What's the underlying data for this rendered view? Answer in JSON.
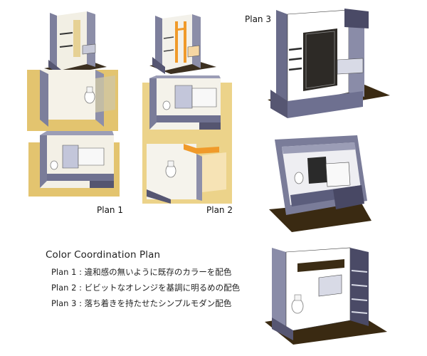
{
  "plans": {
    "plan1": {
      "label": "Plan 1"
    },
    "plan2": {
      "label": "Plan 2"
    },
    "plan3": {
      "label": "Plan 3"
    }
  },
  "legend": {
    "title": "Color Coordination Plan",
    "items": [
      {
        "text": "Plan 1 : 違和感の無いように既存のカラーを配色"
      },
      {
        "text": "Plan 2 : ビビットなオレンジを基調に明るめの配色"
      },
      {
        "text": "Plan 3 : 落ち着きを持たせたシンプルモダン配色"
      }
    ]
  },
  "colors": {
    "plan1_floor": "#e0c06a",
    "plan2_floor": "#ecd38a",
    "plan2_accent": "#f09a2a",
    "plan3_floor": "#3a2a12",
    "wall": "#8a8aa8",
    "wall_dark": "#55556e",
    "glass": "#c9cfe0"
  }
}
